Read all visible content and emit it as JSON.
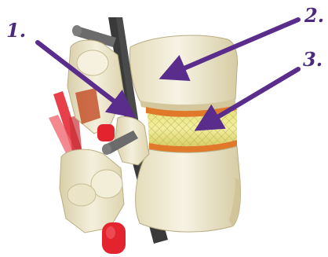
{
  "callouts": [
    {
      "label": "1."
    },
    {
      "label": "2."
    },
    {
      "label": "3."
    }
  ],
  "colors": {
    "arrow": "#5a2d8c",
    "bone": "#efe9cf",
    "bone_shadow": "#c9bf98",
    "disc": "#ece88a",
    "endplate": "#e07a2a",
    "ligament": "#e8404a",
    "nerve_cap": "#e3232e",
    "spinal_rod": "#3a3a3a"
  }
}
